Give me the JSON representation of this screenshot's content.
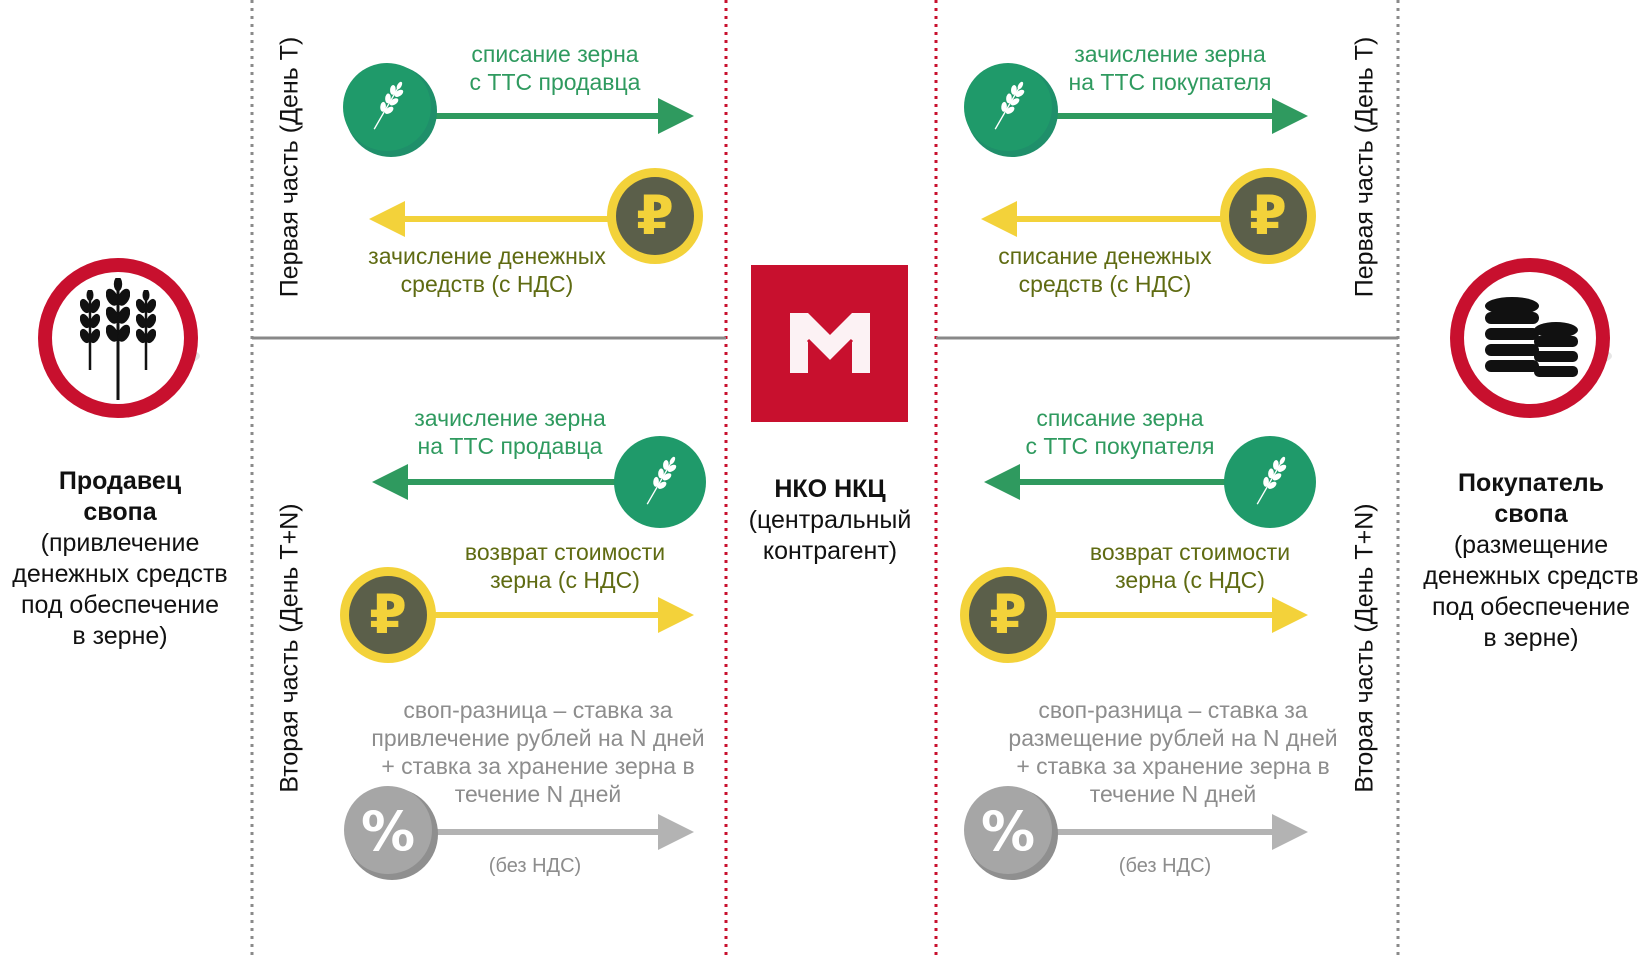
{
  "seller": {
    "name_line1": "Продавец",
    "name_line2": "свопа",
    "desc_line1": "(привлечение",
    "desc_line2": "денежных средств",
    "desc_line3": "под обеспечение",
    "desc_line4": "в зерне)",
    "icon": "wheat-icon"
  },
  "buyer": {
    "name_line1": "Покупатель",
    "name_line2": "свопа",
    "desc_line1": "(размещение",
    "desc_line2": "денежных средств",
    "desc_line3": "под обеспечение",
    "desc_line4": "в зерне)",
    "icon": "coins-icon"
  },
  "center": {
    "name": "НКО НКЦ",
    "desc_line1": "(центральный",
    "desc_line2": "контрагент)",
    "logo": "moex-logo"
  },
  "phases": {
    "first": "Первая часть (День Т)",
    "second": "Вторая часть (День Т+N)"
  },
  "left_panel": {
    "first": {
      "grain_line1": "списание зерна",
      "grain_line2": "с ТТС продавца",
      "money_line1": "зачисление денежных",
      "money_line2": "средств (с НДС)"
    },
    "second": {
      "grain_line1": "зачисление зерна",
      "grain_line2": "на ТТС продавца",
      "money_line1": "возврат стоимости",
      "money_line2": "зерна (с НДС)",
      "swap_line1": "своп-разница – ставка за",
      "swap_line2": "привлечение рублей на N дней",
      "swap_line3": "+ ставка за хранение зерна в",
      "swap_line4": "течение N дней",
      "swap_note": "(без НДС)"
    }
  },
  "right_panel": {
    "first": {
      "grain_line1": "зачисление зерна",
      "grain_line2": "на ТТС покупателя",
      "money_line1": "списание денежных",
      "money_line2": "средств (с НДС)"
    },
    "second": {
      "grain_line1": "списание зерна",
      "grain_line2": "с ТТС покупателя",
      "money_line1": "возврат стоимости",
      "money_line2": "зерна (с НДС)",
      "swap_line1": "своп-разница – ставка за",
      "swap_line2": "размещение рублей на N дней",
      "swap_line3": "+ ставка за хранение зерна в",
      "swap_line4": "течение N дней",
      "swap_note": "(без НДС)"
    }
  },
  "icons": {
    "grain": "wheat-ear-icon",
    "money": "ruble-icon",
    "percent": "percent-icon"
  },
  "colors": {
    "green": "#1f9a6a",
    "gold": "#f3d23a",
    "red": "#c8102e",
    "grey": "#a6a6a6"
  }
}
